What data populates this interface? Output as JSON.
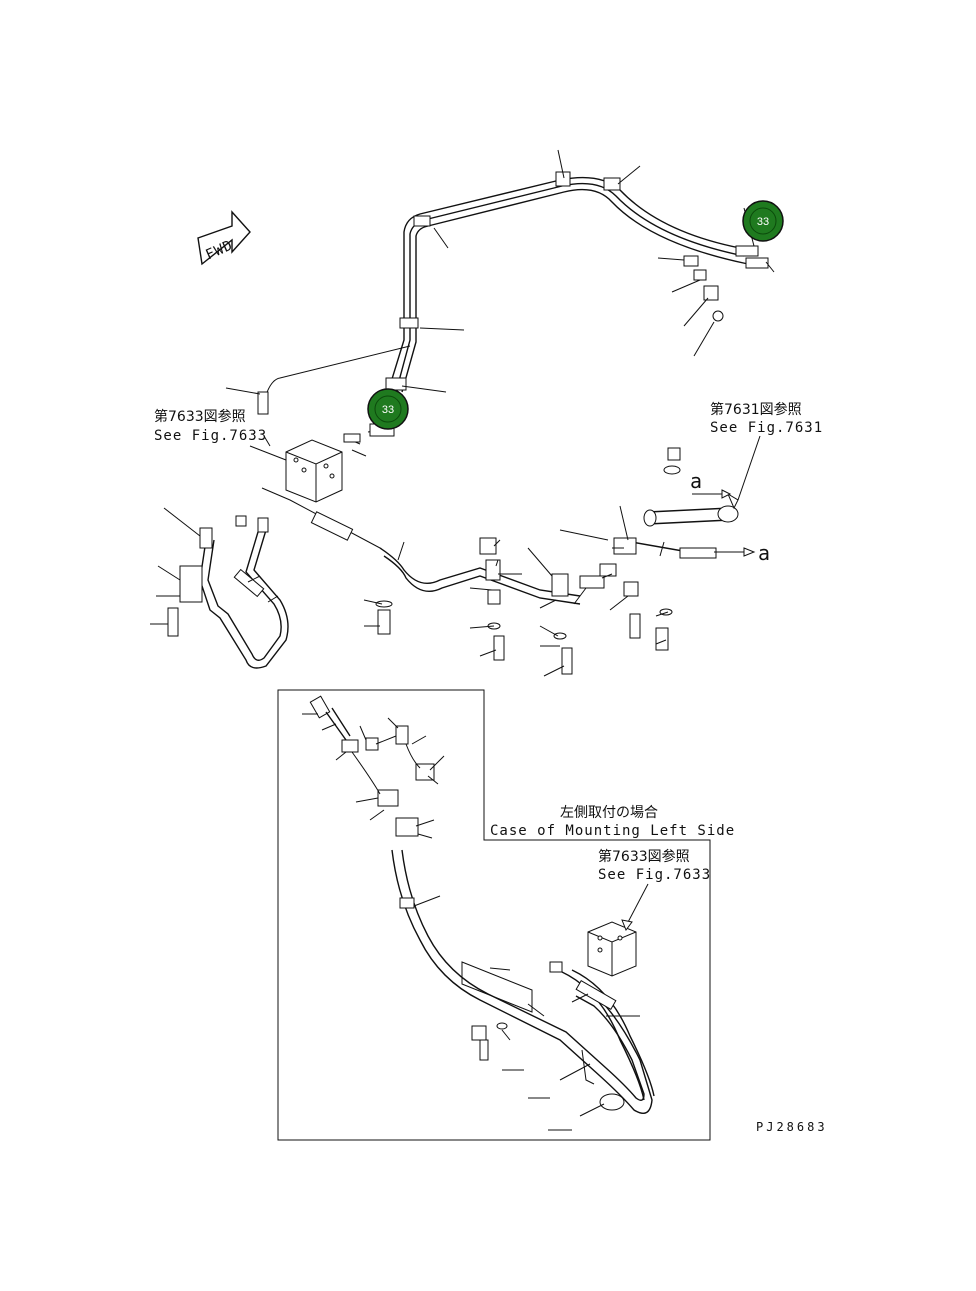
{
  "fwd_label": "FWD",
  "ref_main_left": {
    "line1": "第7633図参照",
    "line2": "See Fig.7633"
  },
  "ref_main_right": {
    "line1": "第7631図参照",
    "line2": "See Fig.7631"
  },
  "arrow_label_a1": "a",
  "arrow_label_a2": "a",
  "inset_title": {
    "line1": "左側取付の場合",
    "line2": "Case of Mounting Left Side"
  },
  "ref_inset": {
    "line1": "第7633図参照",
    "line2": "See Fig.7633"
  },
  "drawing_number": "PJ28683",
  "markers": [
    {
      "label": "33",
      "color": "#1f7a1f"
    },
    {
      "label": "33",
      "color": "#1f7a1f"
    }
  ]
}
